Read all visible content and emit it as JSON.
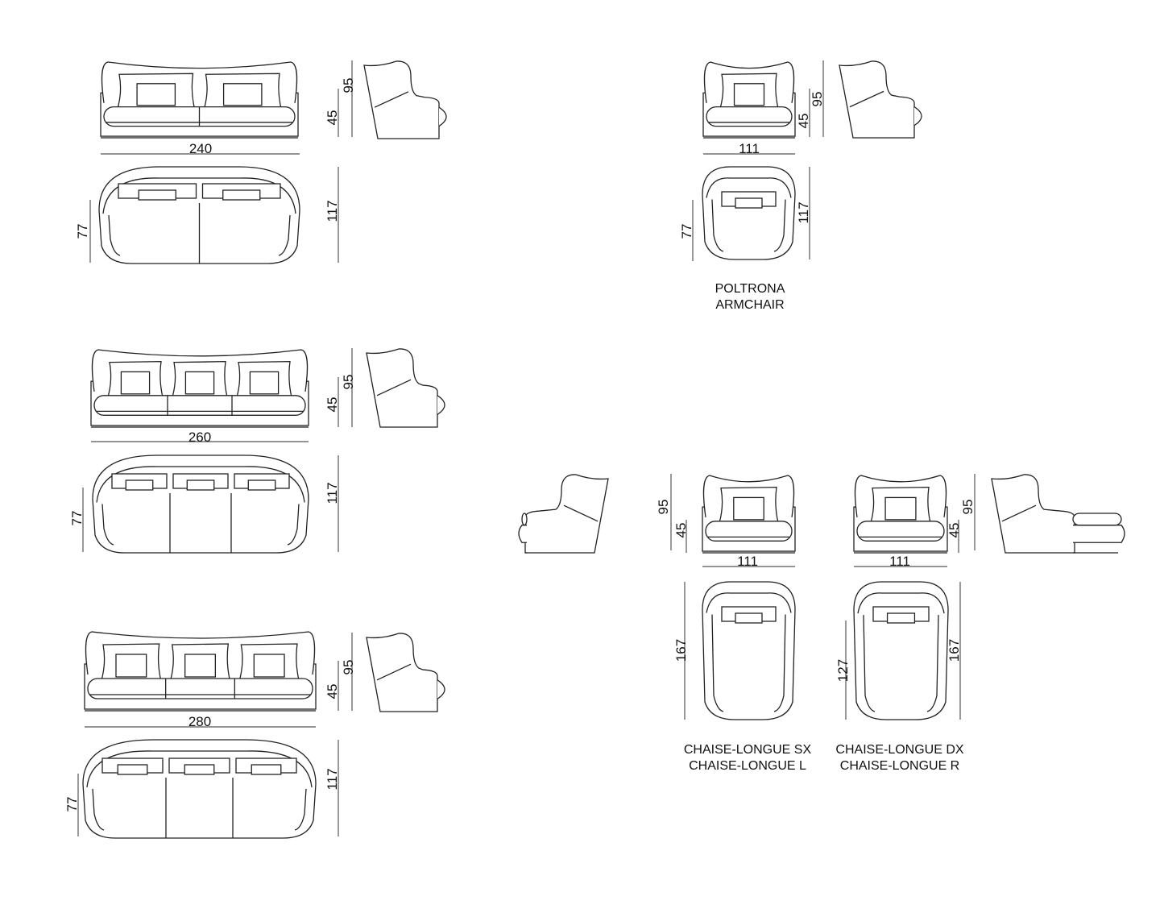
{
  "products": {
    "sofa240": {
      "width": "240",
      "height": "95",
      "seat_height": "45",
      "depth": "117",
      "seat_depth": "77"
    },
    "sofa260": {
      "width": "260",
      "height": "95",
      "seat_height": "45",
      "depth": "117",
      "seat_depth": "77"
    },
    "sofa280": {
      "width": "280",
      "height": "95",
      "seat_height": "45",
      "depth": "117",
      "seat_depth": "77"
    },
    "armchair": {
      "width": "111",
      "height": "95",
      "seat_height": "45",
      "depth": "117",
      "seat_depth": "77",
      "label_it": "POLTRONA",
      "label_en": "ARMCHAIR"
    },
    "chaise_sx": {
      "width": "111",
      "height": "95",
      "seat_height": "45",
      "depth": "167",
      "label_it": "CHAISE-LONGUE SX",
      "label_en": "CHAISE-LONGUE L"
    },
    "chaise_dx": {
      "width": "111",
      "height": "95",
      "seat_height": "45",
      "depth": "167",
      "seat_depth": "127",
      "label_it": "CHAISE-LONGUE DX",
      "label_en": "CHAISE-LONGUE R"
    }
  },
  "colors": {
    "line": "#222222",
    "background": "#ffffff"
  }
}
